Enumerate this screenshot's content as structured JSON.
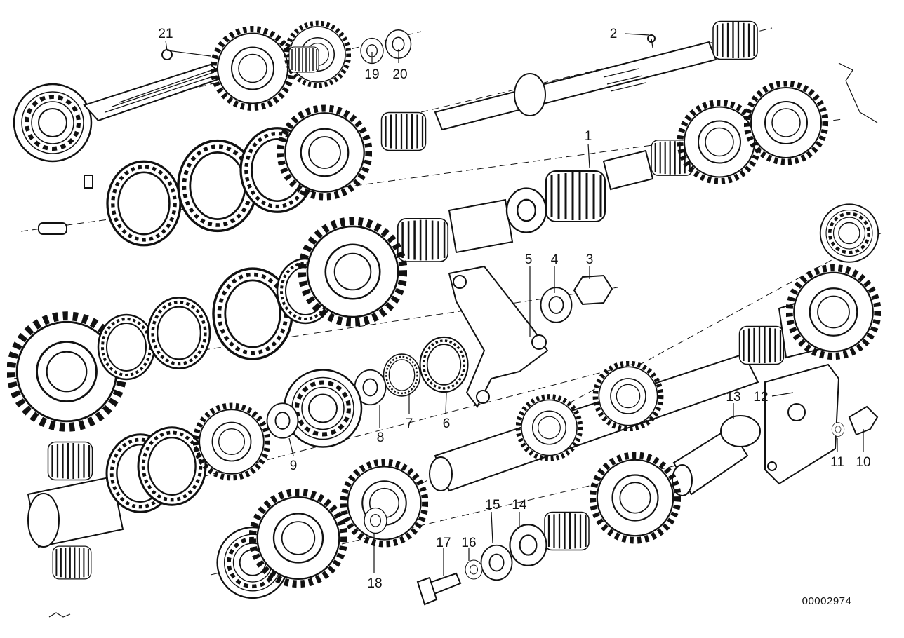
{
  "diagram": {
    "reference_number": "00002974",
    "callouts": [
      {
        "id": "c1",
        "text": "1"
      },
      {
        "id": "c2",
        "text": "2"
      },
      {
        "id": "c3",
        "text": "3"
      },
      {
        "id": "c4",
        "text": "4"
      },
      {
        "id": "c5",
        "text": "5"
      },
      {
        "id": "c6",
        "text": "6"
      },
      {
        "id": "c7",
        "text": "7"
      },
      {
        "id": "c8",
        "text": "8"
      },
      {
        "id": "c9",
        "text": "9"
      },
      {
        "id": "c10",
        "text": "10"
      },
      {
        "id": "c11",
        "text": "11"
      },
      {
        "id": "c12",
        "text": "12"
      },
      {
        "id": "c13",
        "text": "13"
      },
      {
        "id": "c14",
        "text": "14"
      },
      {
        "id": "c15",
        "text": "15"
      },
      {
        "id": "c16",
        "text": "16"
      },
      {
        "id": "c17",
        "text": "17"
      },
      {
        "id": "c18",
        "text": "18"
      },
      {
        "id": "c19",
        "text": "19"
      },
      {
        "id": "c20",
        "text": "20"
      },
      {
        "id": "c21",
        "text": "21"
      }
    ]
  }
}
